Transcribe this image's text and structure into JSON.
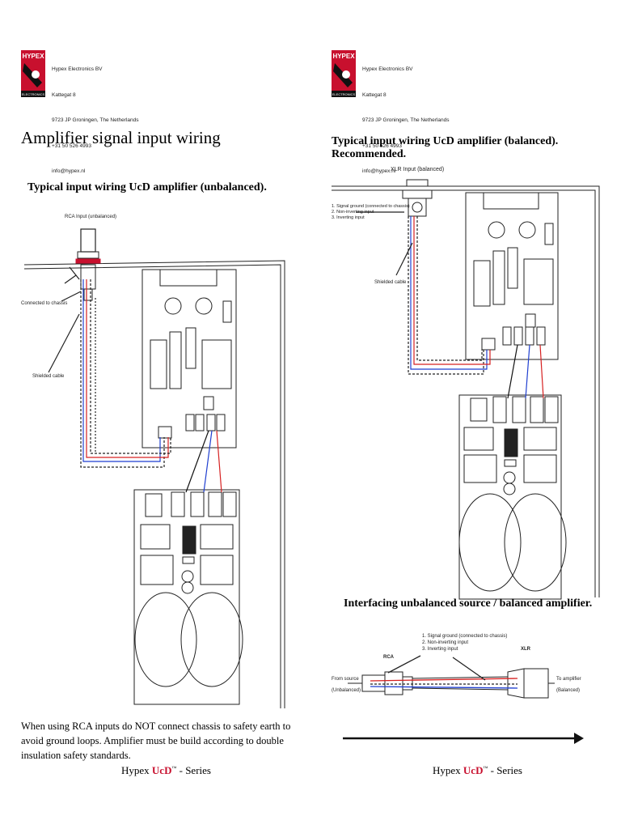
{
  "colors": {
    "brand_red": "#c8102e",
    "wire_red": "#d62020",
    "wire_blue": "#1f3fd0",
    "line": "#222222"
  },
  "company": {
    "name": "Hypex Electronics BV",
    "street": "Kattegat 8",
    "city": "9723 JP Groningen, The Netherlands",
    "phone": "+31 50 526 4993",
    "email": "info@hypex.nl",
    "logo_text": "HYPEX",
    "logo_sub": "ELECTRONICS"
  },
  "left": {
    "title": "Amplifier signal input wiring",
    "subtitle": "Typical input wiring UcD amplifier (unbalanced).",
    "rca_label": "RCA Input (unbalanced)",
    "chassis_label": "Connected to chassis",
    "shield_label": "Shielded cable",
    "note": "When using RCA inputs do NOT connect chassis to safety earth to avoid ground loops. Amplifier must be build according to double insulation safety standards."
  },
  "right": {
    "subtitle": "Typical input wiring UcD amplifier (balanced). Recommended.",
    "xlr_label": "XLR Input (balanced)",
    "pins": [
      "1. Signal ground (connected to chassis)",
      "2. Non-inverting input",
      "3. Inverting input"
    ],
    "shield_label": "Shielded cable",
    "interface_title": "Interfacing unbalanced source / balanced amplifier.",
    "rca": "RCA",
    "xlr": "XLR",
    "from_source": "From source",
    "unbalanced": "(Unbalanced)",
    "to_amp": "To amplifier",
    "balanced": "(Balanced)"
  },
  "footer": {
    "brand": "Hypex ",
    "ucd": "UcD",
    "tm": "™",
    "series": " - Series"
  }
}
